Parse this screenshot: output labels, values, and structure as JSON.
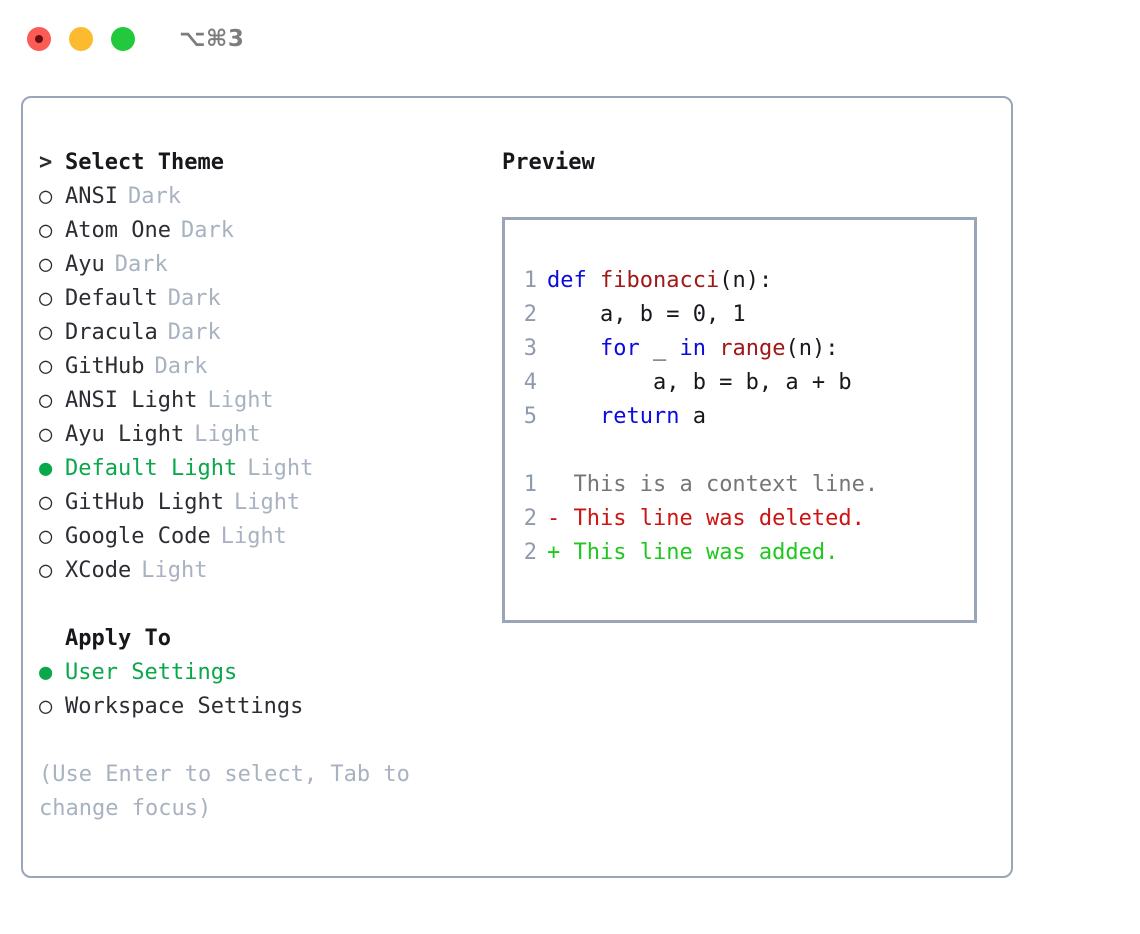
{
  "titlebar": {
    "shortcut": "⌥⌘3",
    "buttons": [
      {
        "name": "close",
        "color": "#fb5c55"
      },
      {
        "name": "minimize",
        "color": "#fcbb2e"
      },
      {
        "name": "maximize",
        "color": "#22c93d"
      }
    ]
  },
  "theme_panel": {
    "heading_marker": ">",
    "heading": "Select Theme",
    "marker_unselected": "○",
    "marker_selected": "●",
    "items": [
      {
        "label": "ANSI",
        "variant": "Dark",
        "selected": false
      },
      {
        "label": "Atom One",
        "variant": "Dark",
        "selected": false
      },
      {
        "label": "Ayu",
        "variant": "Dark",
        "selected": false
      },
      {
        "label": "Default",
        "variant": "Dark",
        "selected": false
      },
      {
        "label": "Dracula",
        "variant": "Dark",
        "selected": false
      },
      {
        "label": "GitHub",
        "variant": "Dark",
        "selected": false
      },
      {
        "label": "ANSI Light",
        "variant": "Light",
        "selected": false
      },
      {
        "label": "Ayu Light",
        "variant": "Light",
        "selected": false
      },
      {
        "label": "Default Light",
        "variant": "Light",
        "selected": true
      },
      {
        "label": "GitHub Light",
        "variant": "Light",
        "selected": false
      },
      {
        "label": "Google Code",
        "variant": "Light",
        "selected": false
      },
      {
        "label": "XCode",
        "variant": "Light",
        "selected": false
      }
    ]
  },
  "apply_to": {
    "title": "Apply To",
    "items": [
      {
        "label": "User Settings",
        "selected": true
      },
      {
        "label": "Workspace Settings",
        "selected": false
      }
    ]
  },
  "hint": "(Use Enter to select, Tab to change focus)",
  "preview": {
    "title": "Preview",
    "code_lines": [
      {
        "num": "1",
        "tokens": [
          {
            "t": "def ",
            "c": "kw"
          },
          {
            "t": "fibonacci",
            "c": "fn"
          },
          {
            "t": "(n):",
            "c": "plain"
          }
        ]
      },
      {
        "num": "2",
        "tokens": [
          {
            "t": "    a, b = 0, 1",
            "c": "plain"
          }
        ]
      },
      {
        "num": "3",
        "tokens": [
          {
            "t": "    ",
            "c": "plain"
          },
          {
            "t": "for",
            "c": "kw"
          },
          {
            "t": " _ ",
            "c": "plain"
          },
          {
            "t": "in",
            "c": "kw"
          },
          {
            "t": " ",
            "c": "plain"
          },
          {
            "t": "range",
            "c": "fn"
          },
          {
            "t": "(n):",
            "c": "plain"
          }
        ]
      },
      {
        "num": "4",
        "tokens": [
          {
            "t": "        a, b = b, a + b",
            "c": "plain"
          }
        ]
      },
      {
        "num": "5",
        "tokens": [
          {
            "t": "    ",
            "c": "plain"
          },
          {
            "t": "return",
            "c": "kw"
          },
          {
            "t": " a",
            "c": "plain"
          }
        ]
      }
    ],
    "diff_lines": [
      {
        "num": "1",
        "sign": " ",
        "text": " This is a context line.",
        "kind": "ctx"
      },
      {
        "num": "2",
        "sign": "-",
        "text": " This line was deleted.",
        "kind": "del"
      },
      {
        "num": "2",
        "sign": "+",
        "text": " This line was added.",
        "kind": "add"
      }
    ]
  },
  "colors": {
    "accent_green": "#0aa84a",
    "muted": "#a8b2c0",
    "border": "#9aa6b8",
    "keyword": "#0b0bdd",
    "function": "#a01818",
    "diff_added": "#1ec81e",
    "diff_deleted": "#cc1414",
    "text": "#2b2d33"
  }
}
